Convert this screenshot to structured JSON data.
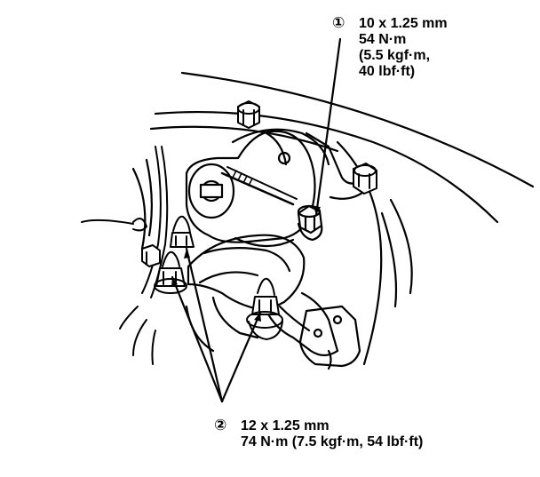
{
  "callouts": [
    {
      "number": "①",
      "lines": [
        "10 x 1.25 mm",
        "54 N·m",
        "(5.5 kgf·m,",
        "40 lbf·ft)"
      ]
    },
    {
      "number": "②",
      "lines": [
        "12 x 1.25 mm",
        "74 N·m (7.5 kgf·m, 54 lbf·ft)"
      ]
    }
  ],
  "colors": {
    "ink": "#000000",
    "paper": "#ffffff"
  }
}
